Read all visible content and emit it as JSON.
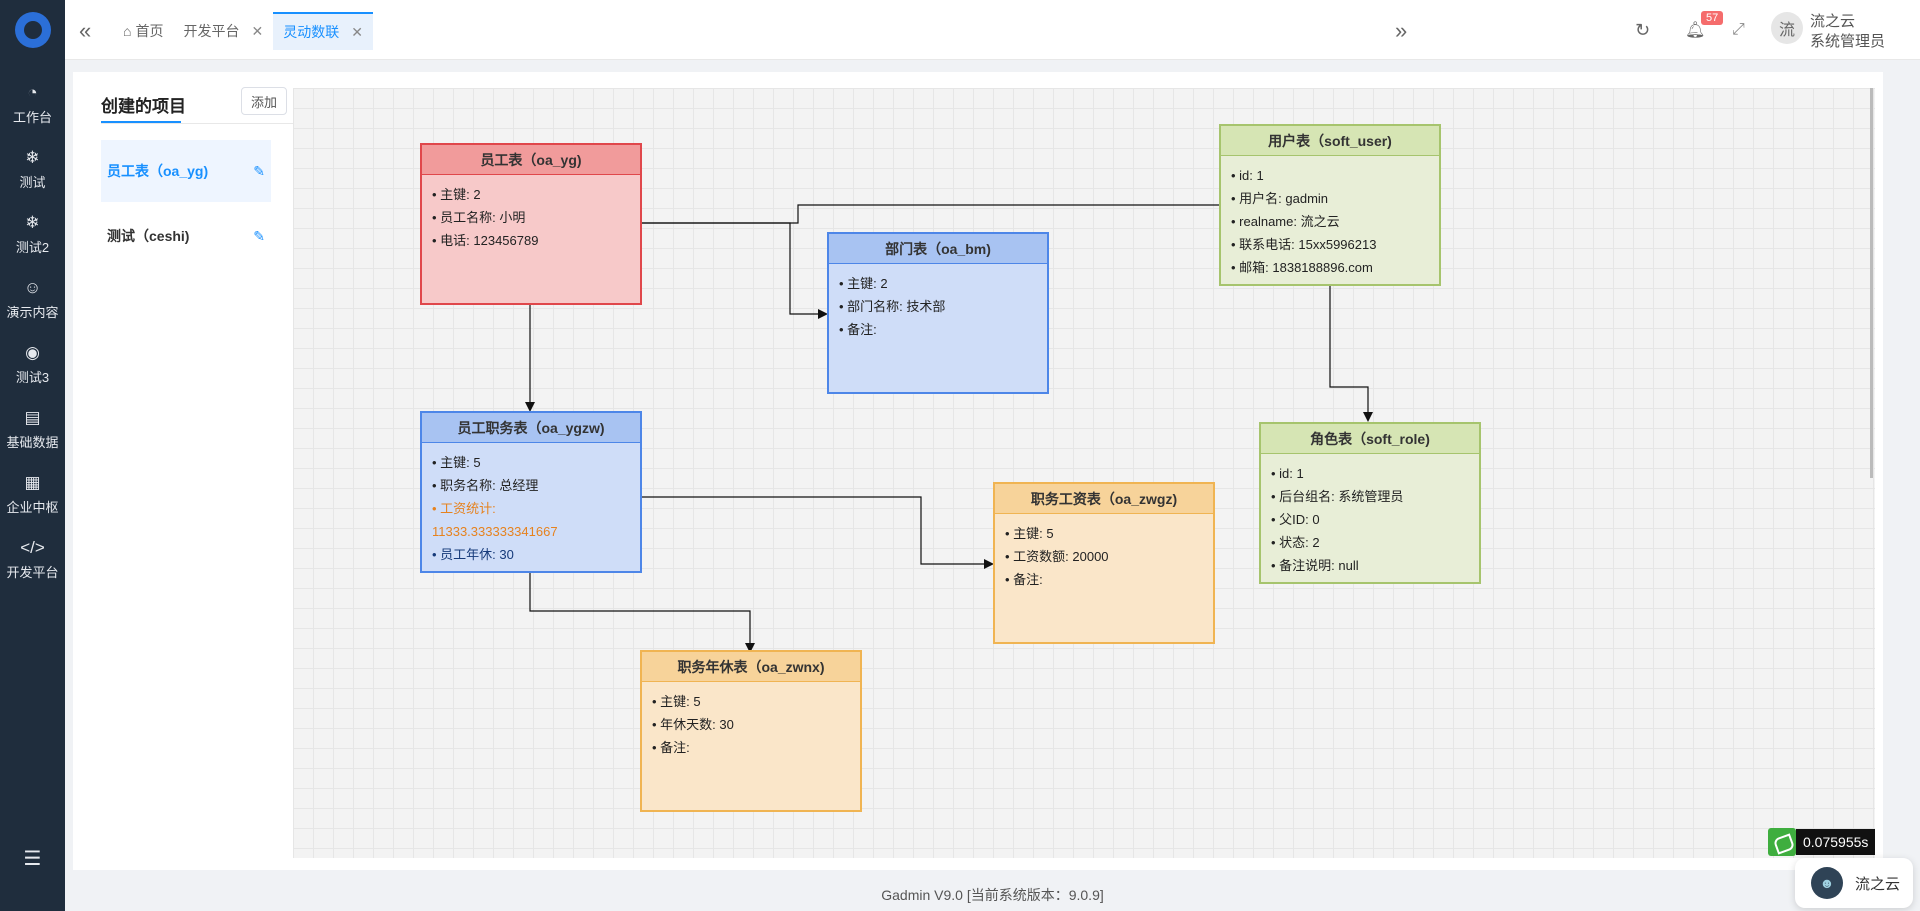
{
  "sidebar": {
    "items": [
      {
        "label": "工作台",
        "icon": "dashboard-icon",
        "glyph": "◔"
      },
      {
        "label": "测试",
        "icon": "snowflake-icon",
        "glyph": "❄"
      },
      {
        "label": "测试2",
        "icon": "snowflake-icon",
        "glyph": "❄"
      },
      {
        "label": "演示内容",
        "icon": "smile-icon",
        "glyph": "☺"
      },
      {
        "label": "测试3",
        "icon": "compass-icon",
        "glyph": "◉"
      },
      {
        "label": "基础数据",
        "icon": "clipboard-icon",
        "glyph": "▤"
      },
      {
        "label": "企业中枢",
        "icon": "grid-icon",
        "glyph": "▦"
      },
      {
        "label": "开发平台",
        "icon": "code-icon",
        "glyph": "</>"
      }
    ]
  },
  "header": {
    "tabs": [
      {
        "label": "首页"
      },
      {
        "label": "开发平台"
      },
      {
        "label": "灵动数联"
      }
    ],
    "badge_count": "57",
    "avatar_char": "流",
    "user_name": "流之云",
    "user_role": "系统管理员"
  },
  "panel": {
    "title": "创建的项目",
    "add_label": "添加",
    "projects": [
      {
        "label": "员工表（oa_yg)"
      },
      {
        "label": "测试（ceshi)"
      }
    ]
  },
  "tables": [
    {
      "title": "员工表（oa_yg)",
      "rows": [
        "• 主键: 2",
        "• 员工名称: 小明",
        "• 电话: 123456789"
      ]
    },
    {
      "title": "员工职务表（oa_ygzw)",
      "rows": [
        "• 主键: 5",
        "• 职务名称: 总经理",
        "• 工资统计:",
        "11333.333333341667",
        "• 员工年休: 30"
      ]
    },
    {
      "title": "部门表（oa_bm)",
      "rows": [
        "• 主键: 2",
        "• 部门名称: 技术部",
        "• 备注:"
      ]
    },
    {
      "title": "用户表（soft_user)",
      "rows": [
        "• id: 1",
        "• 用户名: gadmin",
        "• realname: 流之云",
        "• 联系电话: 15xx5996213",
        "• 邮箱: 1838188896.com"
      ]
    },
    {
      "title": "角色表（soft_role)",
      "rows": [
        "• id: 1",
        "• 后台组名: 系统管理员",
        "• 父ID: 0",
        "• 状态: 2",
        "• 备注说明: null"
      ]
    },
    {
      "title": "职务工资表（oa_zwgz)",
      "rows": [
        "• 主键: 5",
        "• 工资数额: 20000",
        "• 备注:"
      ]
    },
    {
      "title": "职务年休表（oa_zwnx)",
      "rows": [
        "• 主键: 5",
        "• 年休天数: 30",
        "• 备注:"
      ]
    }
  ],
  "footer": {
    "version_text": "Gadmin V9.0 [当前系统版本：9.0.9]"
  },
  "timer": "0.075955s",
  "chat_name": "流之云"
}
